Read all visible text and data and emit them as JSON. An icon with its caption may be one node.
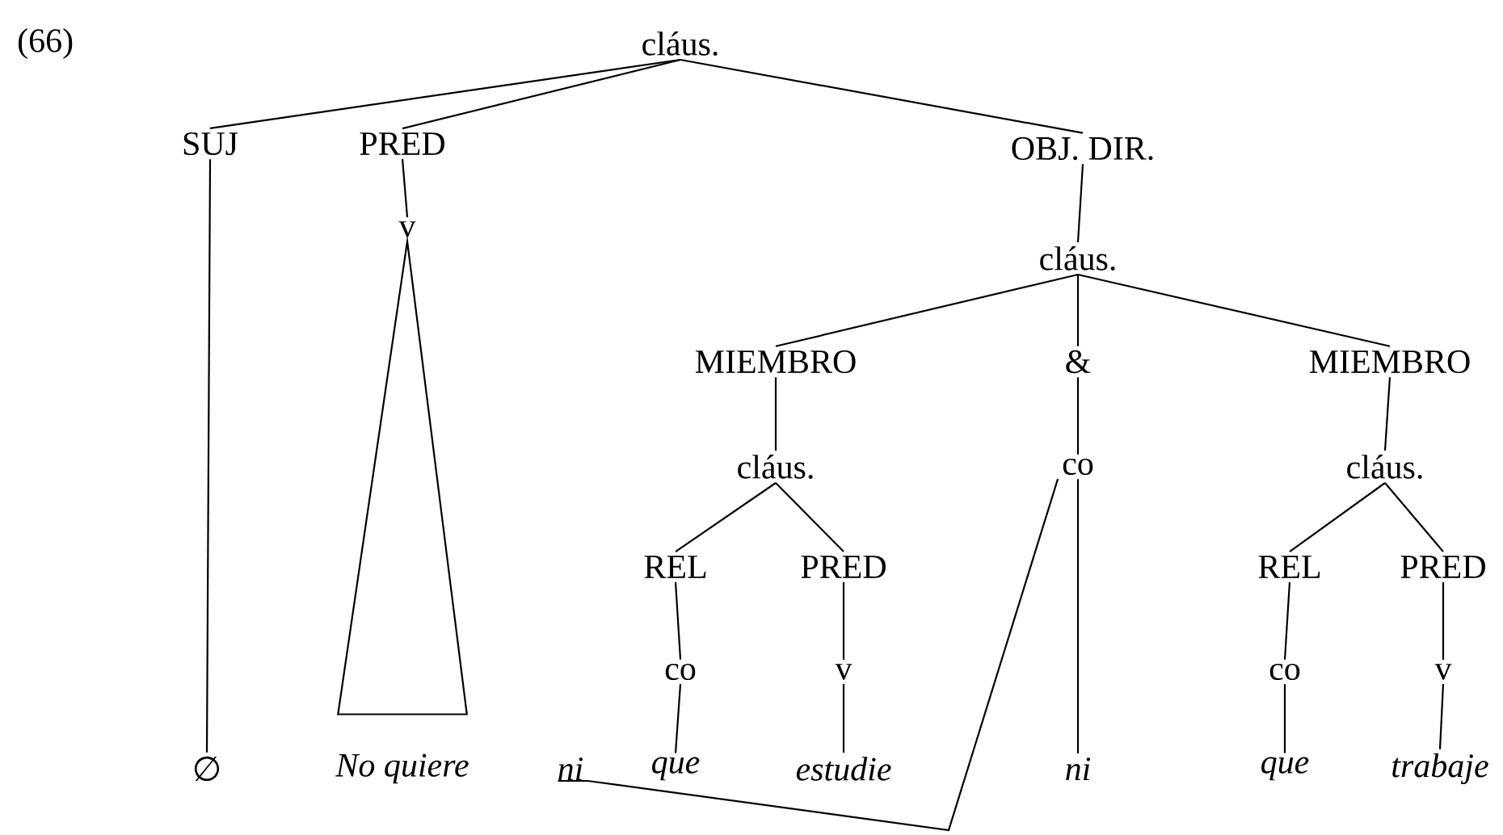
{
  "diagram": {
    "nodes": [
      {
        "text": [
          "cláus."
        ]
      },
      {
        "text": [
          "SUJ"
        ]
      },
      {
        "text": [
          "PRED"
        ]
      },
      {
        "text": [
          "OBJ. DIR."
        ]
      },
      {
        "text": [
          "v"
        ]
      },
      {
        "text": [
          "cláus."
        ]
      },
      {
        "text": [
          "MIEMBRO"
        ]
      },
      {
        "text": [
          "&"
        ]
      },
      {
        "text": [
          "MIEMBRO"
        ]
      },
      {
        "text": [
          "cláus."
        ]
      },
      {
        "text": [
          "co"
        ]
      },
      {
        "text": [
          "cláus."
        ]
      },
      {
        "text": [
          "REL"
        ]
      },
      {
        "text": [
          "PRED"
        ]
      },
      {
        "text": [
          "REL"
        ]
      },
      {
        "text": [
          "PRED"
        ]
      },
      {
        "text": [
          "co"
        ]
      },
      {
        "text": [
          "v"
        ]
      },
      {
        "text": [
          "co"
        ]
      },
      {
        "text": [
          "v"
        ]
      },
      {
        "text": [
          "∅"
        ]
      },
      {
        "text": [
          "No quiere"
        ]
      },
      {
        "text": [
          "ni"
        ]
      },
      {
        "text": [
          "que"
        ]
      },
      {
        "text": [
          "estudie"
        ]
      },
      {
        "text": [
          "ni"
        ]
      },
      {
        "text": [
          "que"
        ]
      },
      {
        "text": [
          "trabaje"
        ]
      }
    ],
    "edges": [
      {
        "from": 0,
        "to": 1,
        "arrow": "none"
      },
      {
        "from": 0,
        "to": 2,
        "arrow": "none"
      },
      {
        "from": 0,
        "to": 3,
        "arrow": "none"
      },
      {
        "from": 1,
        "to": 20,
        "arrow": "none"
      },
      {
        "from": 2,
        "to": 4,
        "arrow": "none"
      },
      {
        "from": 4,
        "to": 21,
        "arrow": "none"
      },
      {
        "from": 3,
        "to": 5,
        "arrow": "none"
      },
      {
        "from": 5,
        "to": 6,
        "arrow": "none"
      },
      {
        "from": 5,
        "to": 7,
        "arrow": "none"
      },
      {
        "from": 5,
        "to": 8,
        "arrow": "none"
      },
      {
        "from": 6,
        "to": 9,
        "arrow": "none"
      },
      {
        "from": 7,
        "to": 10,
        "arrow": "none"
      },
      {
        "from": 8,
        "to": 11,
        "arrow": "none"
      },
      {
        "from": 9,
        "to": 12,
        "arrow": "none"
      },
      {
        "from": 9,
        "to": 13,
        "arrow": "none"
      },
      {
        "from": 11,
        "to": 14,
        "arrow": "none"
      },
      {
        "from": 11,
        "to": 15,
        "arrow": "none"
      },
      {
        "from": 12,
        "to": 16,
        "arrow": "none"
      },
      {
        "from": 13,
        "to": 17,
        "arrow": "none"
      },
      {
        "from": 14,
        "to": 18,
        "arrow": "none"
      },
      {
        "from": 15,
        "to": 19,
        "arrow": "none"
      },
      {
        "from": 16,
        "to": 23,
        "arrow": "none"
      },
      {
        "from": 17,
        "to": 24,
        "arrow": "none"
      },
      {
        "from": 10,
        "to": 25,
        "arrow": "none"
      },
      {
        "from": 18,
        "to": 26,
        "arrow": "none"
      },
      {
        "from": 19,
        "to": 27,
        "arrow": "none"
      },
      {
        "from": 22,
        "to": 10,
        "arrow": "none"
      }
    ],
    "labels": [
      "(66)"
    ]
  }
}
